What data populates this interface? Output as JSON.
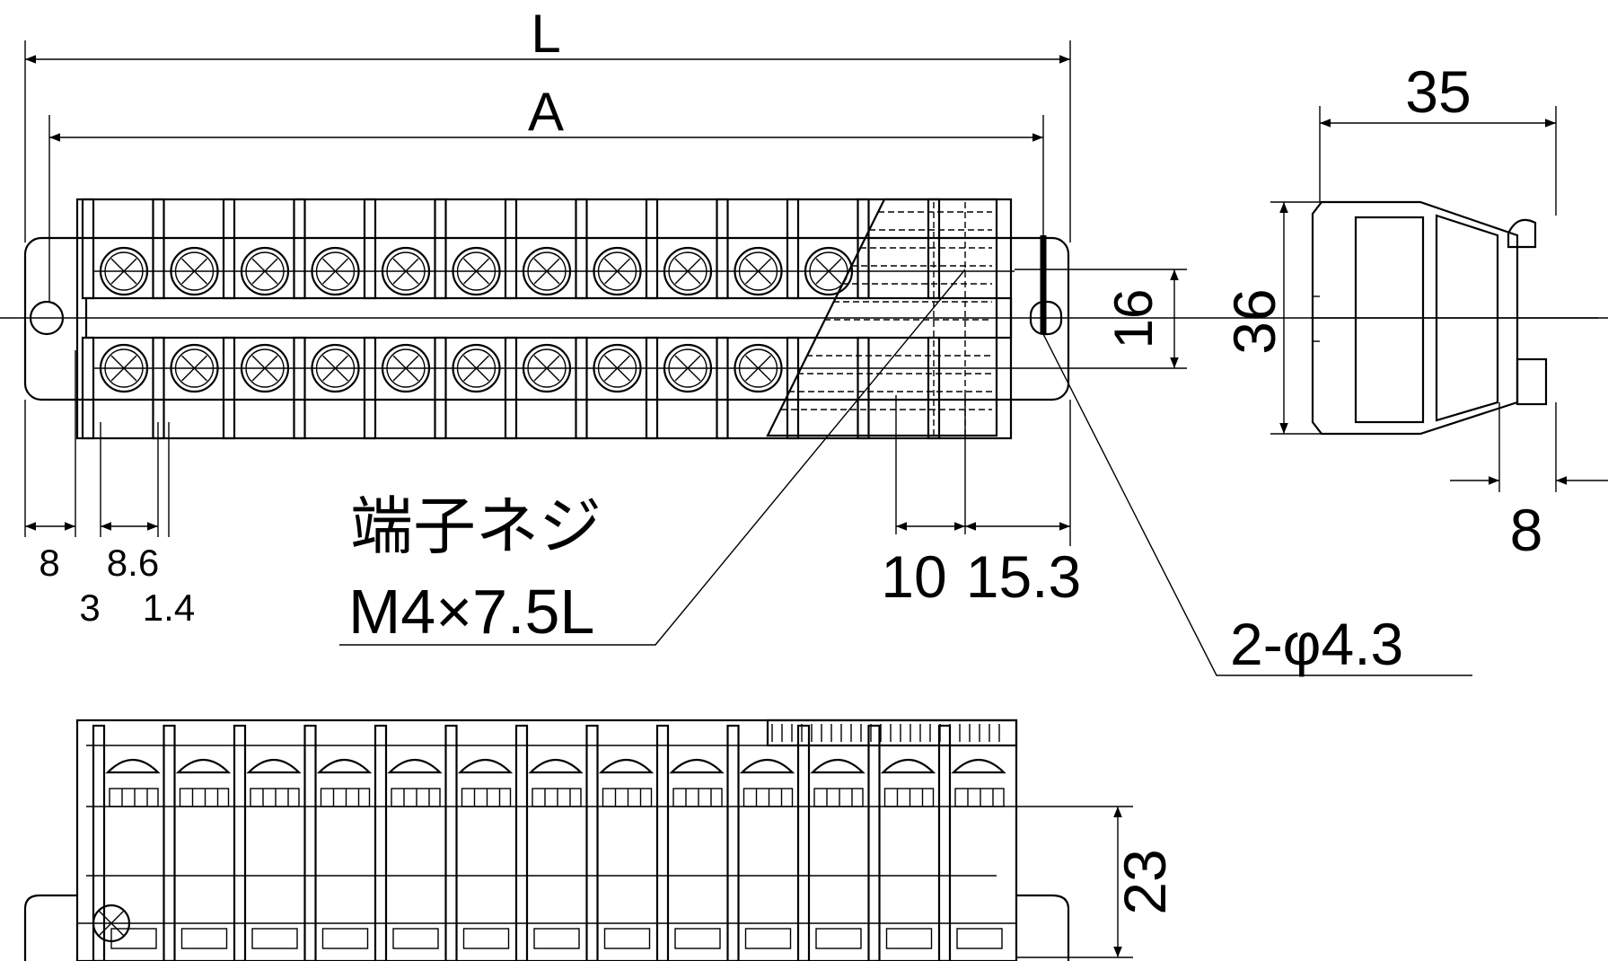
{
  "labels": {
    "overall_length": "L",
    "mounting_pitch": "A",
    "depth": "35",
    "height_side": "36",
    "pitch_16": "16",
    "screw_title": "端子ネジ",
    "screw_spec": "M4×7.5L",
    "hole_spec": "2-φ4.3",
    "dim_8_left": "8",
    "dim_8_6": "8.6",
    "dim_3": "3",
    "dim_1_4": "1.4",
    "dim_10": "10",
    "dim_15_3": "15.3",
    "dim_8_right": "8",
    "height_front": "23"
  },
  "terminals": {
    "top_row_visible": 11,
    "bottom_row_visible": 10,
    "front_view_terminals": 13
  }
}
